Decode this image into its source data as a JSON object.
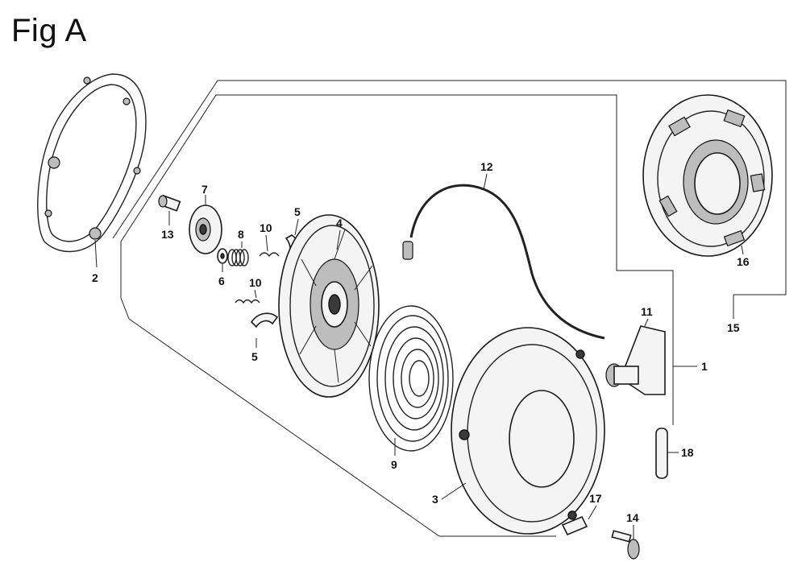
{
  "figure": {
    "title": "Fig A"
  },
  "callouts": [
    {
      "id": "c2",
      "text": "2"
    },
    {
      "id": "c13",
      "text": "13"
    },
    {
      "id": "c7",
      "text": "7"
    },
    {
      "id": "c6",
      "text": "6"
    },
    {
      "id": "c8",
      "text": "8"
    },
    {
      "id": "c10a",
      "text": "10"
    },
    {
      "id": "c10b",
      "text": "10"
    },
    {
      "id": "c5a",
      "text": "5"
    },
    {
      "id": "c5b",
      "text": "5"
    },
    {
      "id": "c4",
      "text": "4"
    },
    {
      "id": "c12",
      "text": "12"
    },
    {
      "id": "c9",
      "text": "9"
    },
    {
      "id": "c16",
      "text": "16"
    },
    {
      "id": "c15",
      "text": "15"
    },
    {
      "id": "c11",
      "text": "11"
    },
    {
      "id": "c1",
      "text": "1"
    },
    {
      "id": "c18",
      "text": "18"
    },
    {
      "id": "c3",
      "text": "3"
    },
    {
      "id": "c17",
      "text": "17"
    },
    {
      "id": "c14",
      "text": "14"
    }
  ]
}
